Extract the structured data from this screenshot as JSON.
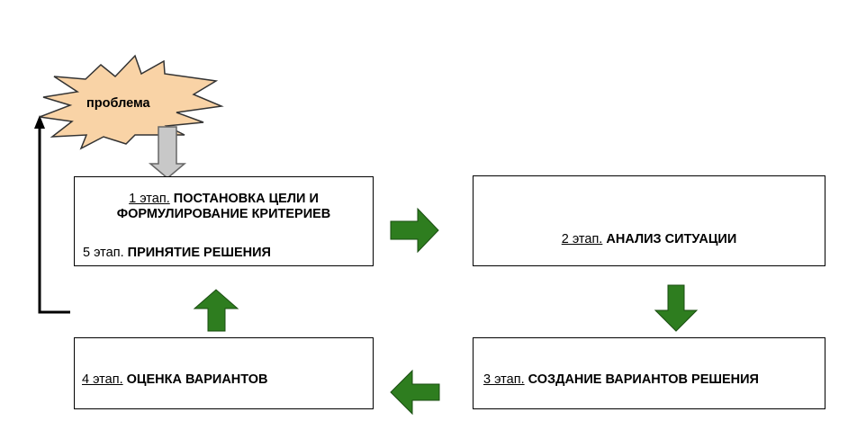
{
  "problem": {
    "label": "проблема"
  },
  "stages": {
    "s1": {
      "label": "1 этап.",
      "title_line1": "ПОСТАНОВКА ЦЕЛИ И",
      "title_line2": "ФОРМУЛИРОВАНИЕ КРИТЕРИЕВ"
    },
    "s5": {
      "label": "5 этап.",
      "title": "ПРИНЯТИЕ РЕШЕНИЯ"
    },
    "s2": {
      "label": "2 этап.",
      "title": "АНАЛИЗ СИТУАЦИИ"
    },
    "s3": {
      "label": "3 этап.",
      "title": "СОЗДАНИЕ ВАРИАНТОВ РЕШЕНИЯ"
    },
    "s4": {
      "label": "4 этап.",
      "title": "ОЦЕНКА ВАРИАНТОВ"
    }
  },
  "colors": {
    "arrow_green": "#2e7d1f",
    "arrow_green_edge": "#1a4d12",
    "burst_fill": "#f9d3a6",
    "burst_edge": "#333333",
    "problem_arrow_fill": "#c8c8c8",
    "problem_arrow_edge": "#666666",
    "box_border": "#000000"
  }
}
